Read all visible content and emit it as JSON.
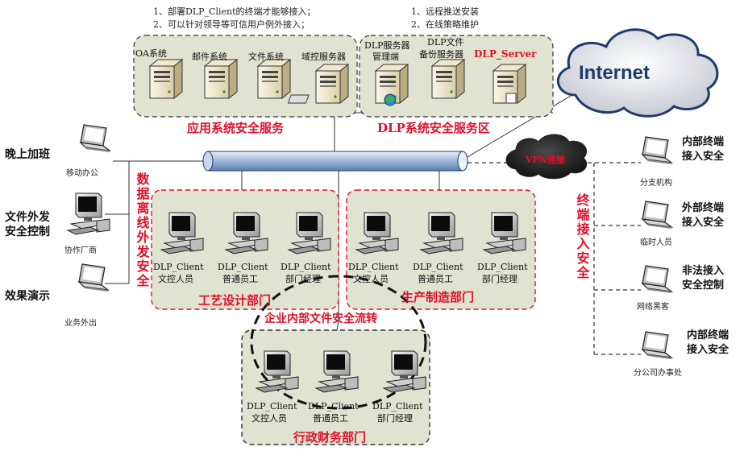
{
  "notes": {
    "app_line1": "1、部署DLP_Client的终端才能够接入；",
    "app_line2": "2、可以针对领导等可信用户例外接入；",
    "dlp_line1": "1、远程推送安装",
    "dlp_line2": "2、在线策略维护"
  },
  "app_zone": {
    "title": "应用系统安全服务",
    "servers": [
      "OA系统",
      "邮件系统",
      "文件系统",
      "域控服务器"
    ]
  },
  "dlp_zone": {
    "title": "DLP系统安全服务区",
    "mgr_line1": "DLP服务器",
    "mgr_line2": "管理端",
    "backup_line1": "DLP文件",
    "backup_line2": "备份服务器",
    "server_label": "DLP_Server"
  },
  "internet": {
    "label": "Internet",
    "vpn": "VPN连接"
  },
  "left": {
    "overtime": "晚上加班",
    "mobile": "移动办公",
    "file_out_line1": "文件外发",
    "file_out_line2": "安全控制",
    "partner": "协作厂商",
    "demo": "效果演示",
    "business": "业务外出",
    "vertical": "数据离线外发安全"
  },
  "departments": {
    "craft": "工艺设计部门",
    "production": "生产制造部门",
    "finance": "行政财务部门",
    "flow": "企业内部文件安全流转"
  },
  "client": {
    "name": "DLP_Client",
    "roles": [
      "文控人员",
      "普通员工",
      "部门经理"
    ]
  },
  "right": {
    "vertical": "终端接入安全",
    "branch_caption": "分支机构",
    "internal_line1": "内部终端",
    "internal_line2": "接入安全",
    "temp_caption": "临时人员",
    "external_line1": "外部终端",
    "external_line2": "接入安全",
    "hacker_caption": "网络黑客",
    "illegal_line1": "非法接入",
    "illegal_line2": "安全控制",
    "office_caption": "分公司办事处",
    "internal2_line1": "内部终端",
    "internal2_line2": "接入安全"
  },
  "colors": {
    "zone_fill": "#dfe3cf",
    "red": "#e0102a",
    "navy": "#1f3a6b",
    "pipe": "#9cb6d8"
  }
}
